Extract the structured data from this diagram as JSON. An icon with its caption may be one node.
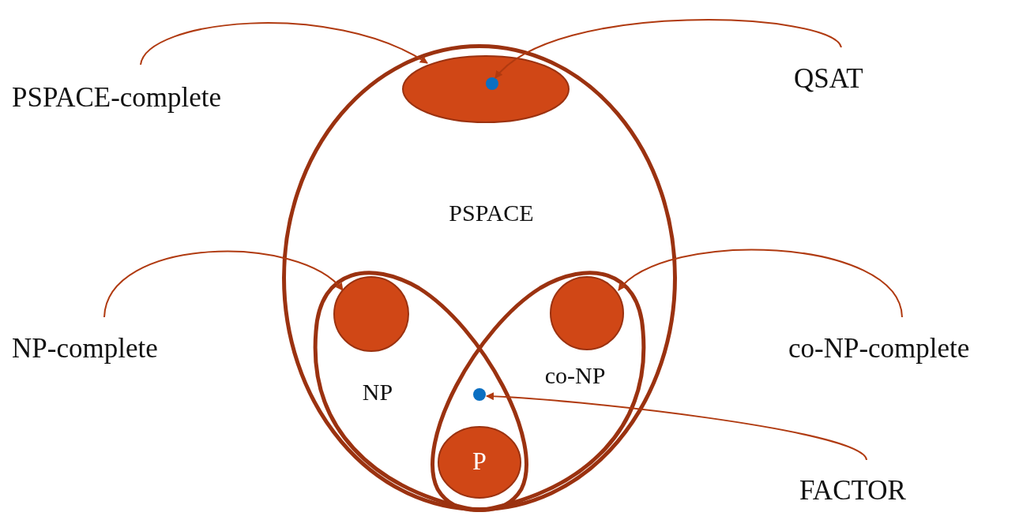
{
  "diagram": {
    "nodes": [
      {
        "text": [
          "PSPACE"
        ]
      },
      {
        "text": [],
        "shape": "ellipse",
        "in": 0
      },
      {
        "text": [],
        "shape": "circle",
        "in": 1
      },
      {
        "text": [
          "NP"
        ],
        "in": 0
      },
      {
        "text": [],
        "shape": "circle",
        "in": 3
      },
      {
        "text": [
          "co-NP"
        ],
        "in": 0
      },
      {
        "text": [],
        "shape": "circle",
        "in": 5
      },
      {
        "text": [
          "P"
        ]
      },
      {
        "text": [],
        "shape": "circle"
      },
      {
        "text": [
          "PSPACE-complete"
        ]
      },
      {
        "text": [
          "QSAT"
        ]
      },
      {
        "text": [
          "NP-complete"
        ]
      },
      {
        "text": [
          "co-NP-complete"
        ]
      },
      {
        "text": [
          "FACTOR"
        ]
      }
    ],
    "edges": [
      {
        "from": 9,
        "to": 1,
        "arrow": "to"
      },
      {
        "from": 10,
        "to": 2,
        "arrow": "to"
      },
      {
        "from": 11,
        "to": 4,
        "arrow": "to"
      },
      {
        "from": 12,
        "to": 6,
        "arrow": "to"
      },
      {
        "from": 13,
        "to": 8,
        "arrow": "to"
      }
    ]
  }
}
